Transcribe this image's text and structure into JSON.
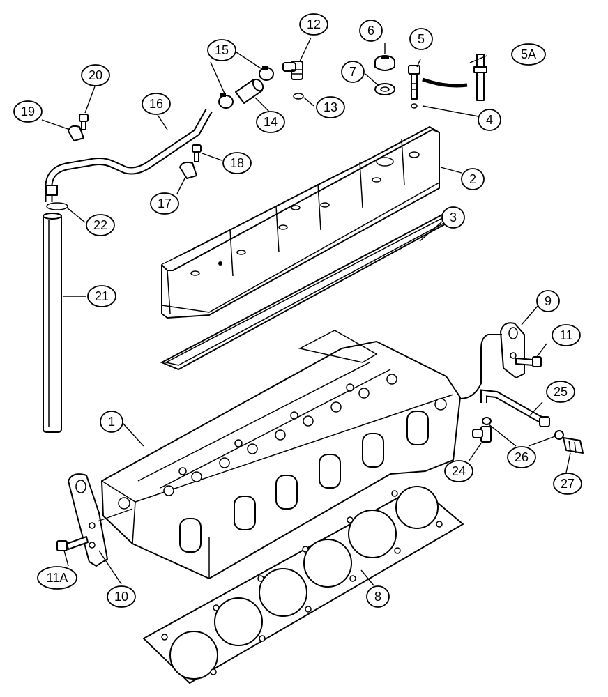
{
  "callouts": [
    {
      "id": "c1",
      "label": "1"
    },
    {
      "id": "c2",
      "label": "2"
    },
    {
      "id": "c3",
      "label": "3"
    },
    {
      "id": "c4",
      "label": "4"
    },
    {
      "id": "c5",
      "label": "5"
    },
    {
      "id": "c5a",
      "label": "5A"
    },
    {
      "id": "c6",
      "label": "6"
    },
    {
      "id": "c7",
      "label": "7"
    },
    {
      "id": "c8",
      "label": "8"
    },
    {
      "id": "c9",
      "label": "9"
    },
    {
      "id": "c10",
      "label": "10"
    },
    {
      "id": "c11",
      "label": "11"
    },
    {
      "id": "c11a",
      "label": "11A"
    },
    {
      "id": "c12",
      "label": "12"
    },
    {
      "id": "c13",
      "label": "13"
    },
    {
      "id": "c14",
      "label": "14"
    },
    {
      "id": "c15",
      "label": "15"
    },
    {
      "id": "c16",
      "label": "16"
    },
    {
      "id": "c17",
      "label": "17"
    },
    {
      "id": "c18",
      "label": "18"
    },
    {
      "id": "c19",
      "label": "19"
    },
    {
      "id": "c20",
      "label": "20"
    },
    {
      "id": "c21",
      "label": "21"
    },
    {
      "id": "c22",
      "label": "22"
    },
    {
      "id": "c24",
      "label": "24"
    },
    {
      "id": "c25",
      "label": "25"
    },
    {
      "id": "c26",
      "label": "26"
    },
    {
      "id": "c27",
      "label": "27"
    }
  ]
}
